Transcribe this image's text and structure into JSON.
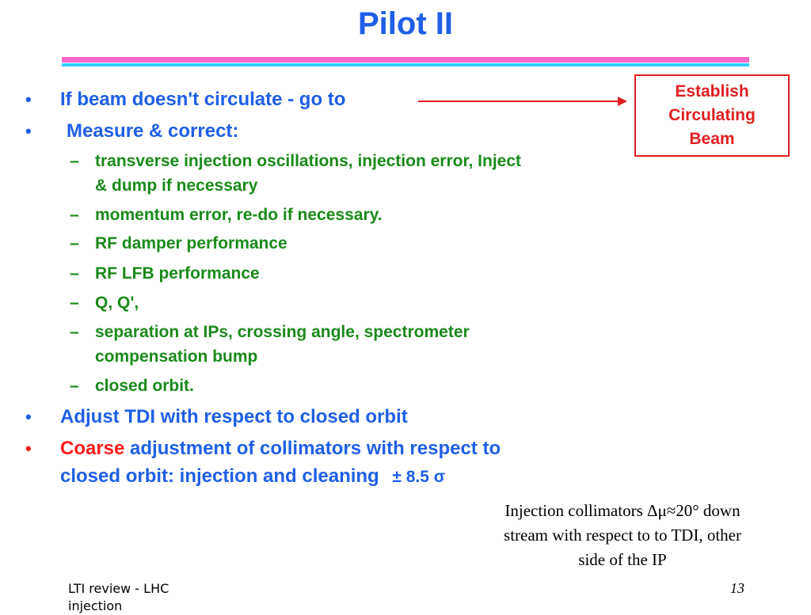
{
  "title": "Pilot II",
  "bullets": {
    "b1": "If beam doesn't circulate - go to",
    "b2": "Measure & correct:",
    "b3": "Adjust TDI with respect to closed orbit",
    "b4_red": "Coarse",
    "b4_line1": "adjustment of collimators with respect to",
    "b4_line2": "closed orbit: injection and cleaning",
    "b4_sigma": "± 8.5 σ"
  },
  "subitems": {
    "s1_line1": "transverse injection oscillations, injection error, Inject",
    "s1_line2": "& dump if necessary",
    "s2": "momentum error, re-do if necessary.",
    "s3": "RF damper performance",
    "s4": "RF LFB performance",
    "s5": "Q, Q',",
    "s6_line1": "separation at IPs, crossing angle, spectrometer",
    "s6_line2": "compensation bump",
    "s7": "closed orbit."
  },
  "callout": {
    "line1": "Establish",
    "line2": "Circulating",
    "line3": "Beam"
  },
  "note": {
    "line1": "Injection collimators Δμ≈20° down",
    "line2": "stream with respect to to TDI, other",
    "line3": "side of the IP"
  },
  "footer": {
    "left": "LTI review - LHC injection",
    "page": "13"
  },
  "glyphs": {
    "bullet": "•",
    "dash": "–"
  },
  "colors": {
    "title": "#1f5fe6",
    "level1": "#1f5fe6",
    "level2": "#1a8a1a",
    "accent_red": "#ff1a1a",
    "rule_pink": "#ff66cc",
    "rule_cyan": "#33ccff"
  }
}
